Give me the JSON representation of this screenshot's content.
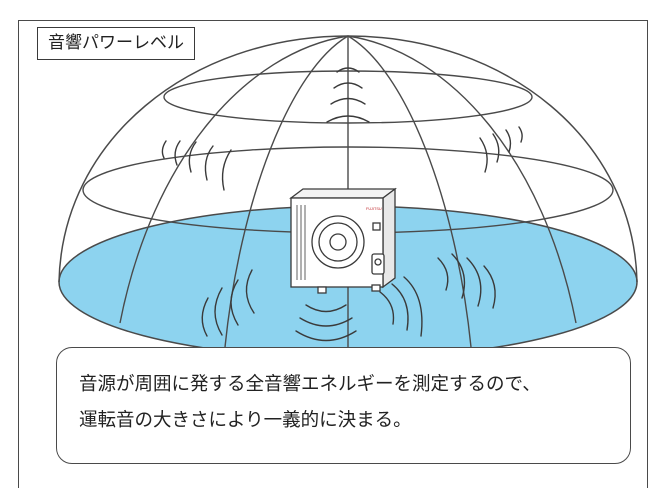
{
  "title": "音響パワーレベル",
  "caption": {
    "line1": "音源が周囲に発する全音響エネルギーを測定するので、",
    "line2": "運転音の大きさにより一義的に決まる。"
  },
  "unit": {
    "brand": "FUJITSU"
  },
  "colors": {
    "floor": "#8dd3ef",
    "outline": "#4a4a4a"
  }
}
